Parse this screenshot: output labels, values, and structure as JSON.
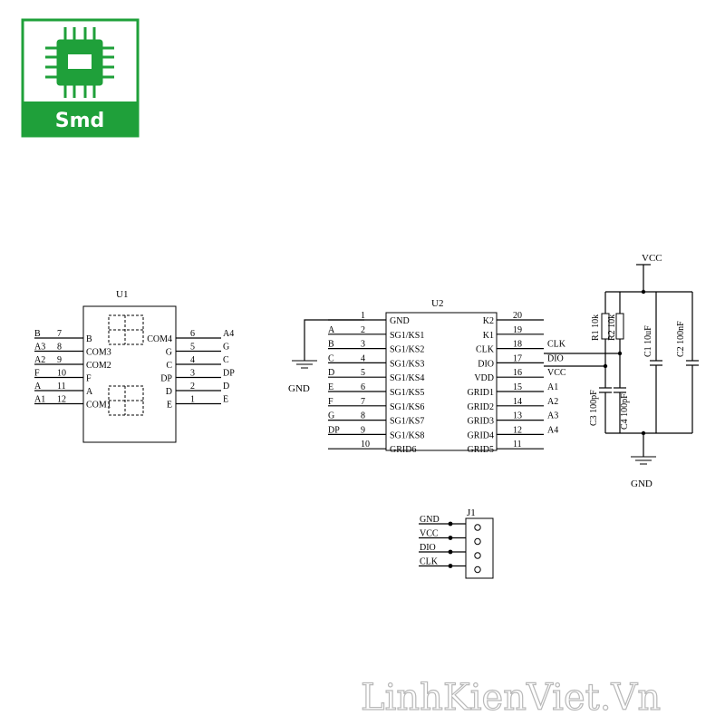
{
  "logo": {
    "text": "Smd",
    "color": "#1fa03a"
  },
  "watermark": "LinhKienViet.Vn",
  "u1": {
    "ref": "U1",
    "left_pins": [
      {
        "net": "B",
        "num": "7",
        "name": "B"
      },
      {
        "net": "A3",
        "num": "8",
        "name": "COM3"
      },
      {
        "net": "A2",
        "num": "9",
        "name": "COM2"
      },
      {
        "net": "F",
        "num": "10",
        "name": "F"
      },
      {
        "net": "A",
        "num": "11",
        "name": "A"
      },
      {
        "net": "A1",
        "num": "12",
        "name": "COM1"
      }
    ],
    "right_pins": [
      {
        "net": "A4",
        "num": "6",
        "name": "COM4"
      },
      {
        "net": "G",
        "num": "5",
        "name": "G"
      },
      {
        "net": "C",
        "num": "4",
        "name": "C"
      },
      {
        "net": "DP",
        "num": "3",
        "name": "DP"
      },
      {
        "net": "D",
        "num": "2",
        "name": "D"
      },
      {
        "net": "E",
        "num": "1",
        "name": "E"
      }
    ]
  },
  "u2": {
    "ref": "U2",
    "left_pins": [
      {
        "net": "",
        "num": "1",
        "name": "GND"
      },
      {
        "net": "A",
        "num": "2",
        "name": "SG1/KS1"
      },
      {
        "net": "B",
        "num": "3",
        "name": "SG1/KS2"
      },
      {
        "net": "C",
        "num": "4",
        "name": "SG1/KS3"
      },
      {
        "net": "D",
        "num": "5",
        "name": "SG1/KS4"
      },
      {
        "net": "E",
        "num": "6",
        "name": "SG1/KS5"
      },
      {
        "net": "F",
        "num": "7",
        "name": "SG1/KS6"
      },
      {
        "net": "G",
        "num": "8",
        "name": "SG1/KS7"
      },
      {
        "net": "DP",
        "num": "9",
        "name": "SG1/KS8"
      },
      {
        "net": "",
        "num": "10",
        "name": "GRID6"
      }
    ],
    "right_pins": [
      {
        "net": "",
        "num": "20",
        "name": "K2"
      },
      {
        "net": "",
        "num": "19",
        "name": "K1"
      },
      {
        "net": "CLK",
        "num": "18",
        "name": "CLK"
      },
      {
        "net": "DIO",
        "num": "17",
        "name": "DIO"
      },
      {
        "net": "VCC",
        "num": "16",
        "name": "VDD"
      },
      {
        "net": "A1",
        "num": "15",
        "name": "GRID1"
      },
      {
        "net": "A2",
        "num": "14",
        "name": "GRID2"
      },
      {
        "net": "A3",
        "num": "13",
        "name": "GRID3"
      },
      {
        "net": "A4",
        "num": "12",
        "name": "GRID4"
      },
      {
        "net": "",
        "num": "11",
        "name": "GRID5"
      }
    ],
    "gnd_label": "GND"
  },
  "power": {
    "vcc": "VCC",
    "gnd": "GND",
    "r1": "R1 10k",
    "r2": "R2 10k",
    "c1": "C1 10uF",
    "c2": "C2 100nF",
    "c3": "C3 100pF",
    "c4": "C4 100pF"
  },
  "j1": {
    "ref": "J1",
    "pins": [
      "GND",
      "VCC",
      "DIO",
      "CLK"
    ]
  }
}
